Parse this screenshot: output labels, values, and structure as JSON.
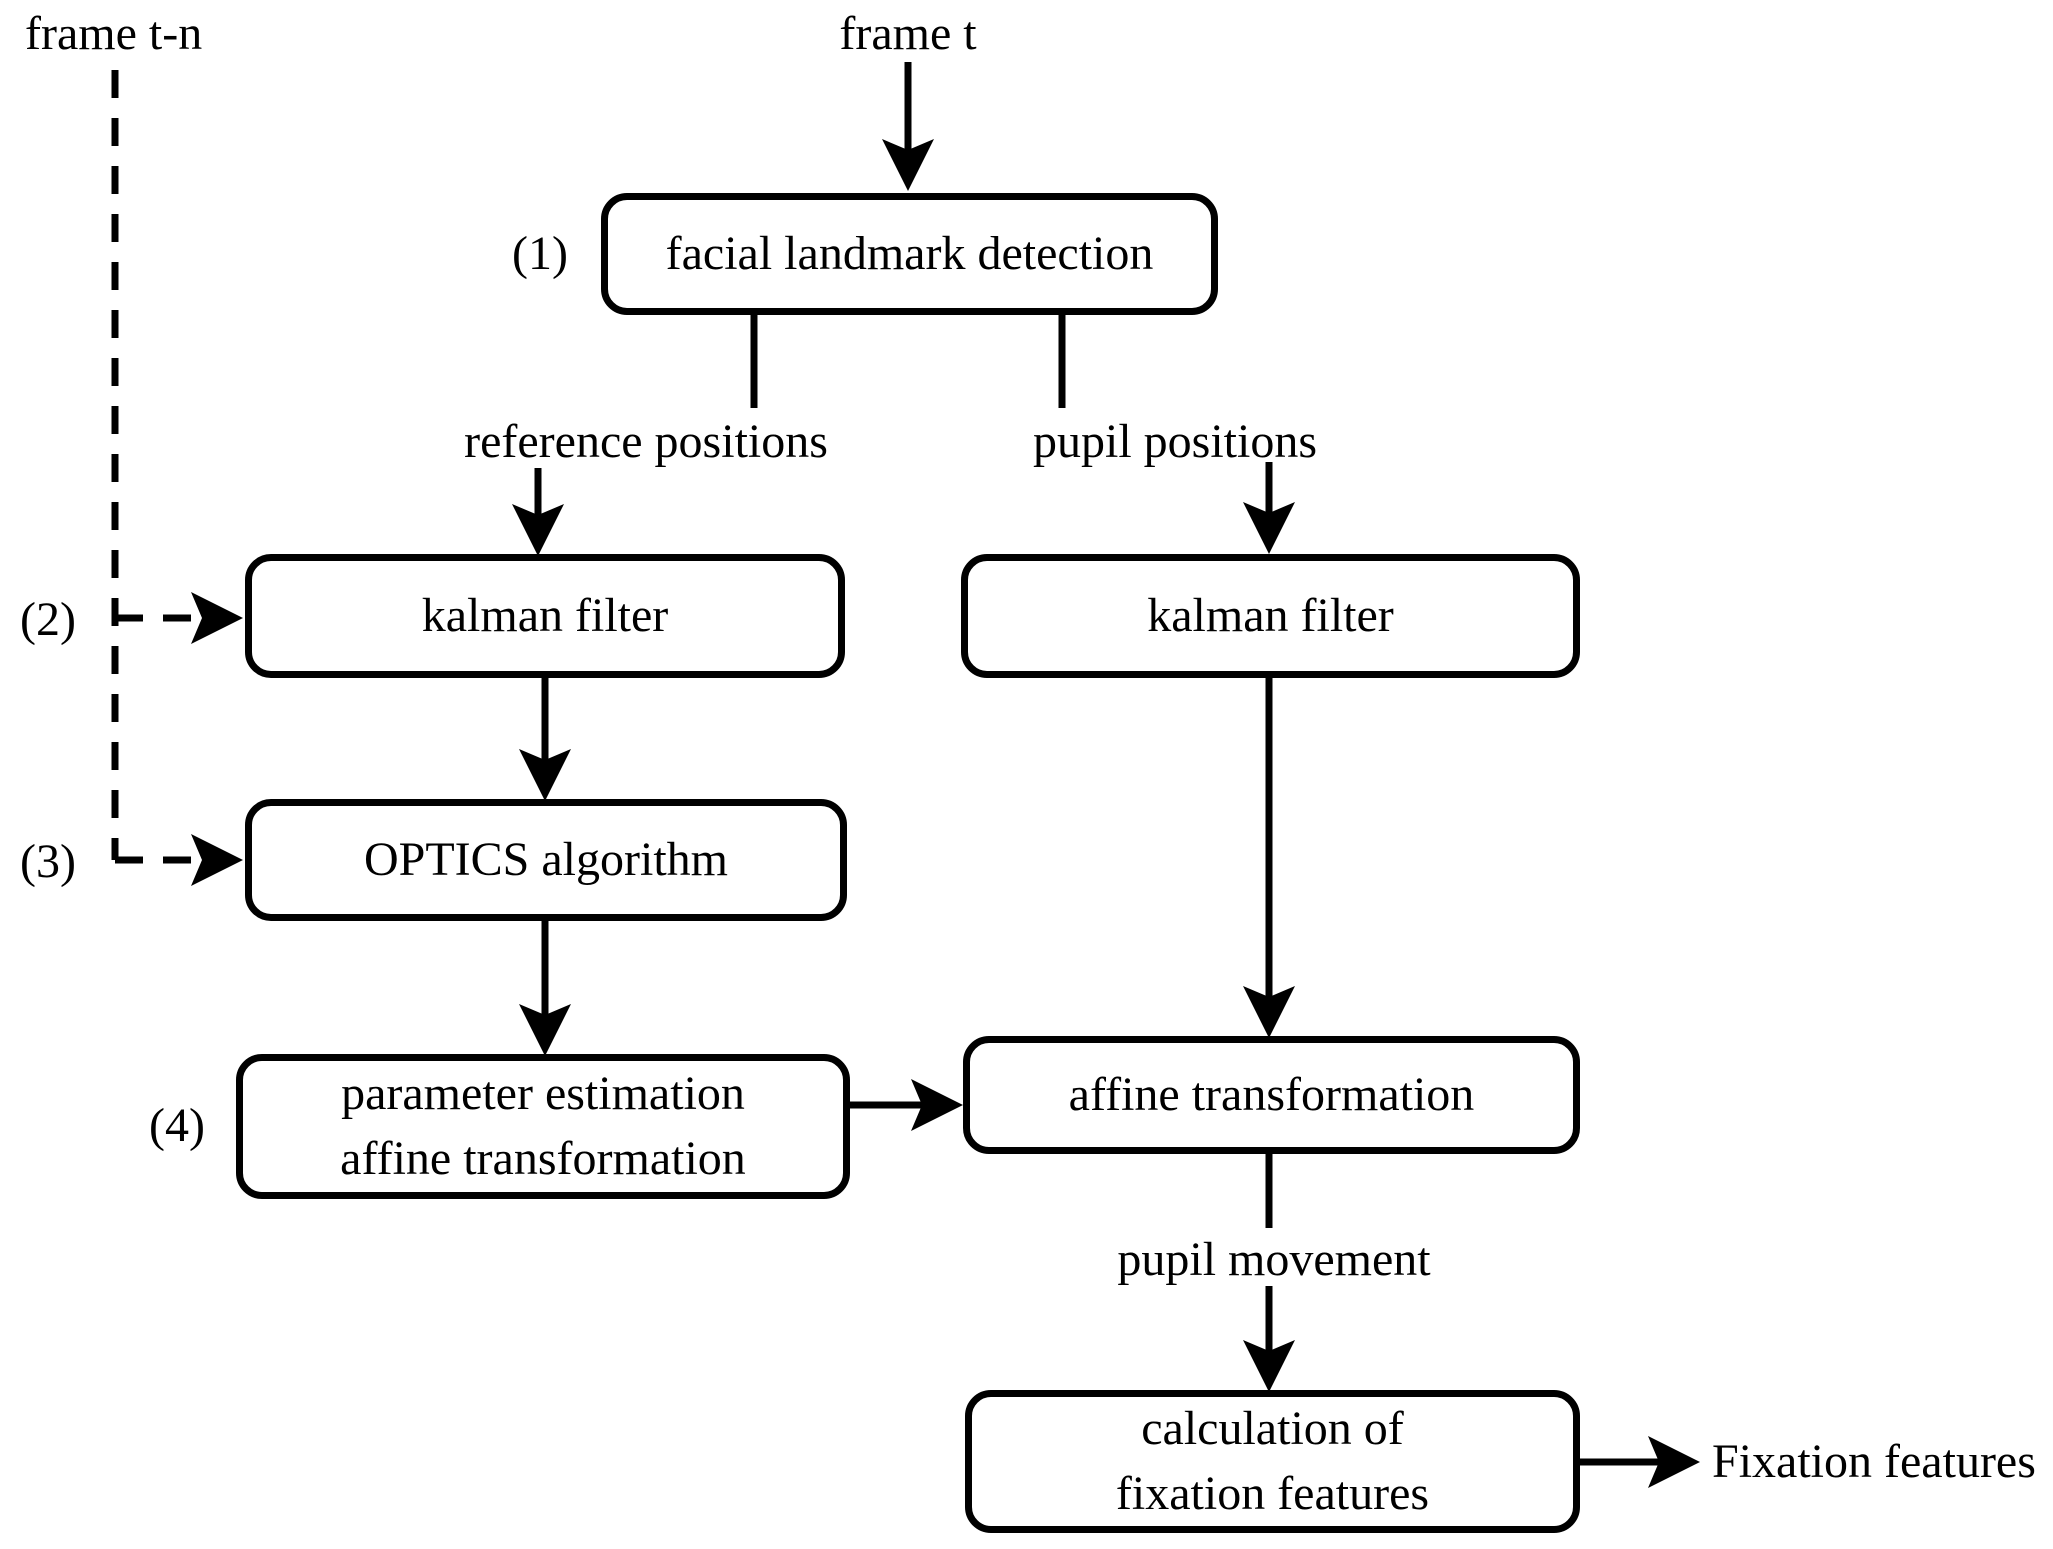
{
  "diagram": {
    "colors": {
      "background": "#ffffff",
      "stroke": "#000000",
      "box_fill": "#ffffff"
    },
    "inputs": {
      "frame_tn": "frame t-n",
      "frame_t": "frame t"
    },
    "step_numbers": {
      "s1": "(1)",
      "s2": "(2)",
      "s3": "(3)",
      "s4": "(4)"
    },
    "edge_labels": {
      "reference_positions": "reference positions",
      "pupil_positions": "pupil positions",
      "pupil_movement": "pupil movement"
    },
    "nodes": {
      "facial_landmark_detection": {
        "label": "facial landmark detection"
      },
      "kalman_filter_reference": {
        "label": "kalman filter"
      },
      "kalman_filter_pupil": {
        "label": "kalman filter"
      },
      "optics_algorithm": {
        "label": "OPTICS algorithm"
      },
      "parameter_estimation": {
        "line1": "parameter estimation",
        "line2": "affine transformation"
      },
      "affine_transformation": {
        "label": "affine transformation"
      },
      "calculation_fixation_features": {
        "line1": "calculation of",
        "line2": "fixation features"
      }
    },
    "output": {
      "fixation_features": "Fixation features"
    }
  }
}
